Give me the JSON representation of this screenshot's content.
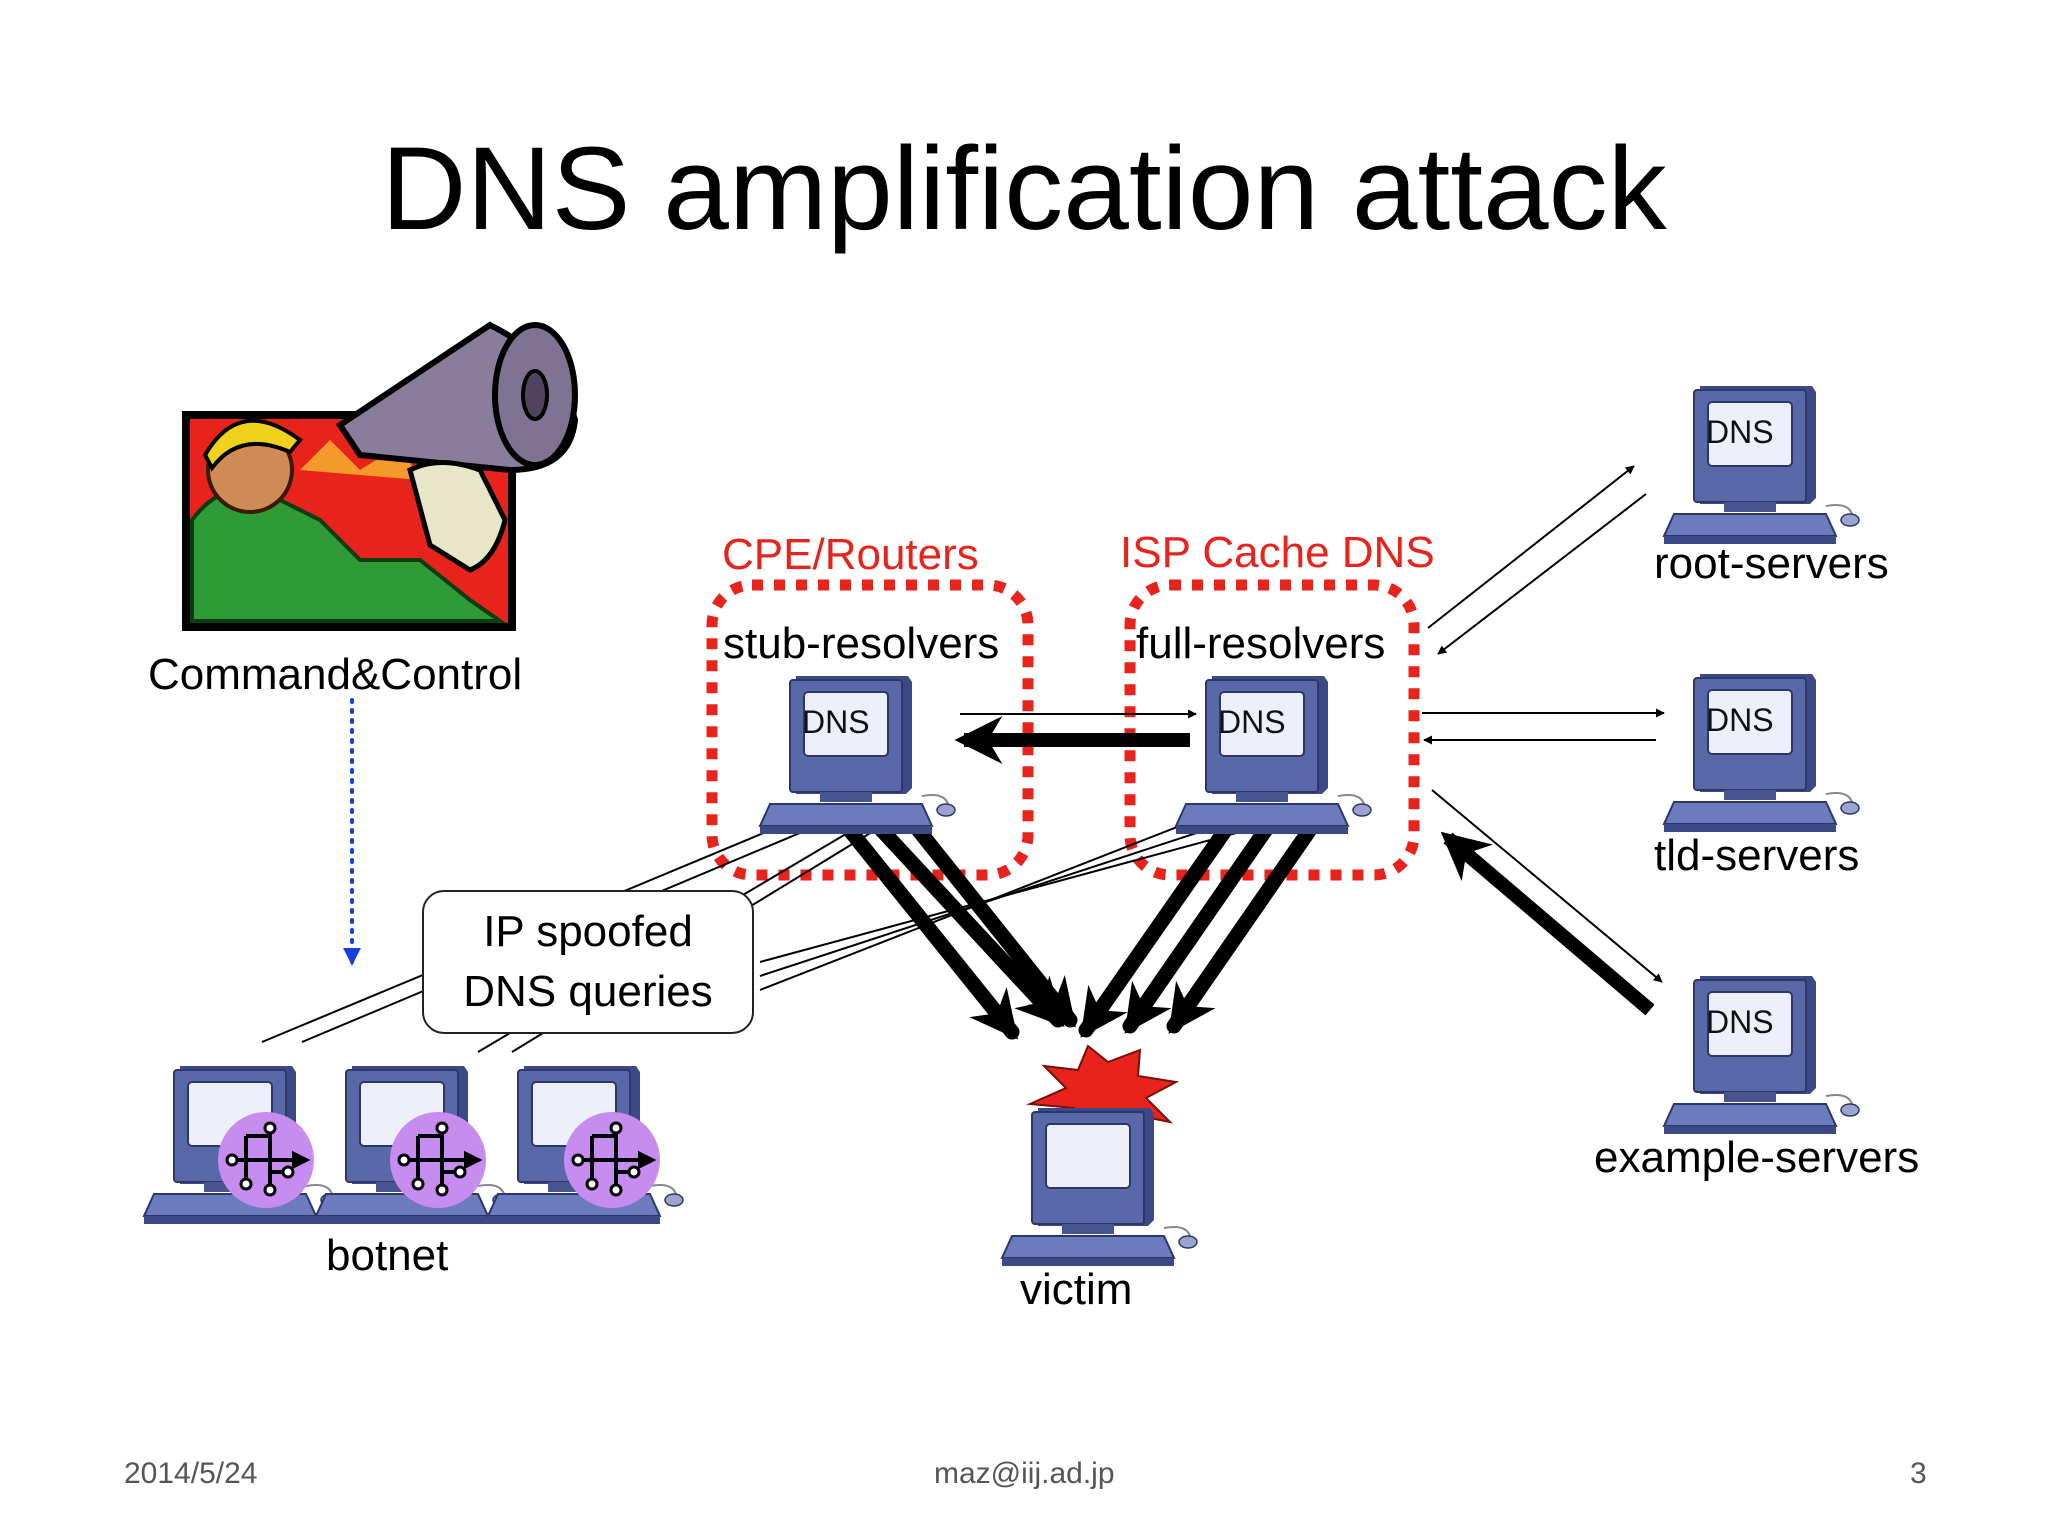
{
  "title": "DNS amplification attack",
  "labels": {
    "command_control": "Command&Control",
    "cpe_routers": "CPE/Routers",
    "isp_cache_dns": "ISP Cache DNS",
    "stub_resolvers": "stub-resolvers",
    "full_resolvers": "full-resolvers",
    "root_servers": "root-servers",
    "tld_servers": "tld-servers",
    "example_servers": "example-servers",
    "botnet": "botnet",
    "victim": "victim"
  },
  "callout": {
    "line1": "IP spoofed",
    "line2": "DNS queries"
  },
  "computer_screen_text": "DNS",
  "footer": {
    "date": "2014/5/24",
    "author": "maz@iij.ad.jp",
    "page": "3"
  },
  "colors": {
    "highlight_red": "#e8231b",
    "control_link_blue": "#1a3fe0",
    "bot_badge_purple": "#c68cf0"
  },
  "icons": [
    "megaphone-operator-icon",
    "computer-icon",
    "botnet-router-badge-icon",
    "explosion-icon"
  ]
}
